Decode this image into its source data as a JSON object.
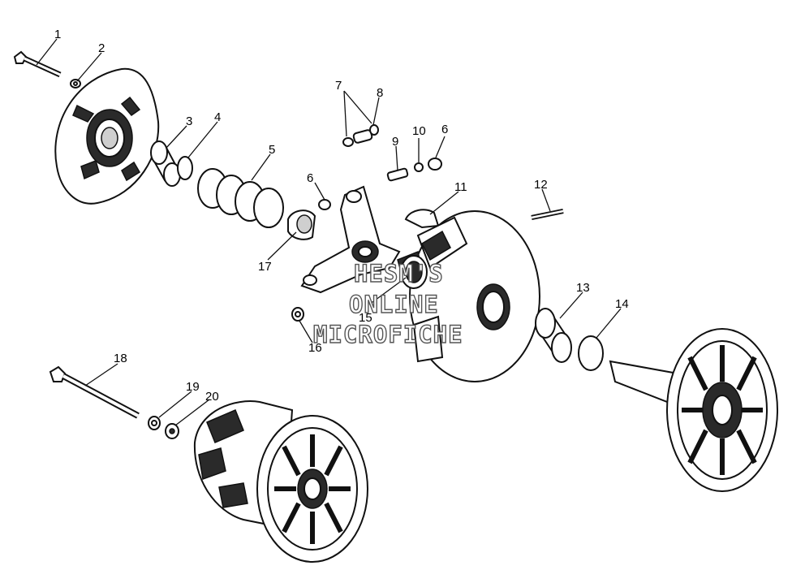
{
  "watermark": {
    "line1": "HESM'S",
    "line2": "ONLINE",
    "line3": "MICROFICHE"
  },
  "callouts": [
    "1",
    "2",
    "3",
    "4",
    "5",
    "6",
    "7",
    "8",
    "9",
    "10",
    "6",
    "11",
    "12",
    "17",
    "15",
    "16",
    "13",
    "14",
    "18",
    "19",
    "20"
  ]
}
